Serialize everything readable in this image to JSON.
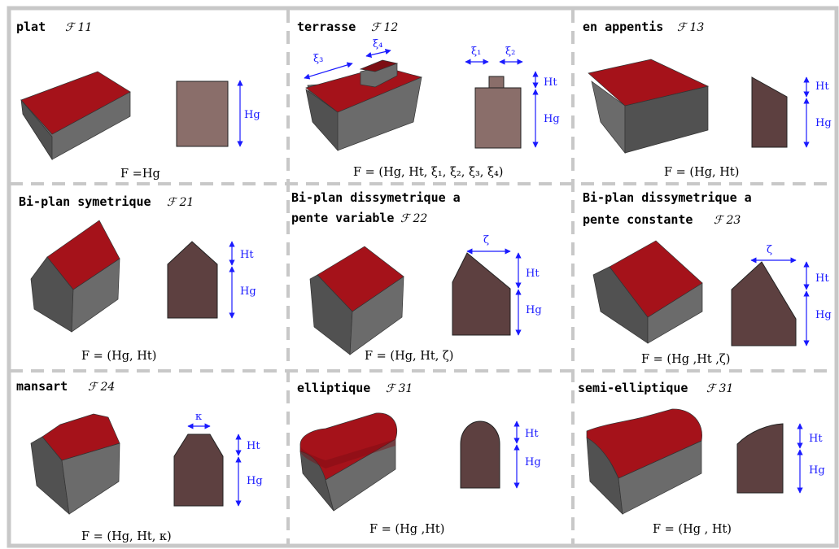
{
  "cells": [
    {
      "title": "plat",
      "code": "ℱ 11",
      "formula": "F =Hg",
      "dims": {
        "hg": "Hg"
      }
    },
    {
      "title": "terrasse",
      "code": "ℱ 12",
      "formula": "F = (Hg, Ht, ξ₁,  ξ₂,  ξ₃,  ξ₄)",
      "dims": {
        "ht": "Ht",
        "hg": "Hg",
        "xi1": "ξ₁",
        "xi2": "ξ₂",
        "xi3": "ξ₃",
        "xi4": "ξ₄"
      }
    },
    {
      "title": "en appentis",
      "code": "ℱ 13",
      "formula": "F = (Hg, Ht)",
      "dims": {
        "ht": "Ht",
        "hg": "Hg"
      }
    },
    {
      "title": "Bi-plan symetrique",
      "code": "ℱ 21",
      "formula": "F = (Hg, Ht)",
      "dims": {
        "ht": "Ht",
        "hg": "Hg"
      }
    },
    {
      "title_line1": "Bi-plan dissymetrique a",
      "title_line2": "pente variable",
      "code": "ℱ 22",
      "formula": "F = (Hg, Ht, ζ)",
      "dims": {
        "ht": "Ht",
        "hg": "Hg",
        "zeta": "ζ"
      }
    },
    {
      "title_line1": "Bi-plan dissymetrique a",
      "title_line2": "pente constante",
      "code": "ℱ 23",
      "formula": "F = (Hg ,Ht ,ζ)",
      "dims": {
        "ht": "Ht",
        "hg": "Hg",
        "zeta": "ζ"
      }
    },
    {
      "title": "mansart",
      "code": "ℱ 24",
      "formula": "F = (Hg, Ht, κ)",
      "dims": {
        "ht": "Ht",
        "hg": "Hg",
        "kappa": "κ"
      }
    },
    {
      "title": "elliptique",
      "code": "ℱ 31",
      "formula": "F = (Hg ,Ht)",
      "dims": {
        "ht": "Ht",
        "hg": "Hg"
      }
    },
    {
      "title": "semi-elliptique",
      "code": "ℱ 31",
      "formula": "F = (Hg , Ht)",
      "dims": {
        "ht": "Ht",
        "hg": "Hg"
      }
    }
  ],
  "colors": {
    "roof": "#a5121a",
    "wall": "#6b6b6b",
    "section": "#5d4040",
    "dimension": "#1a1aff",
    "grid": "#c8c8c8"
  }
}
